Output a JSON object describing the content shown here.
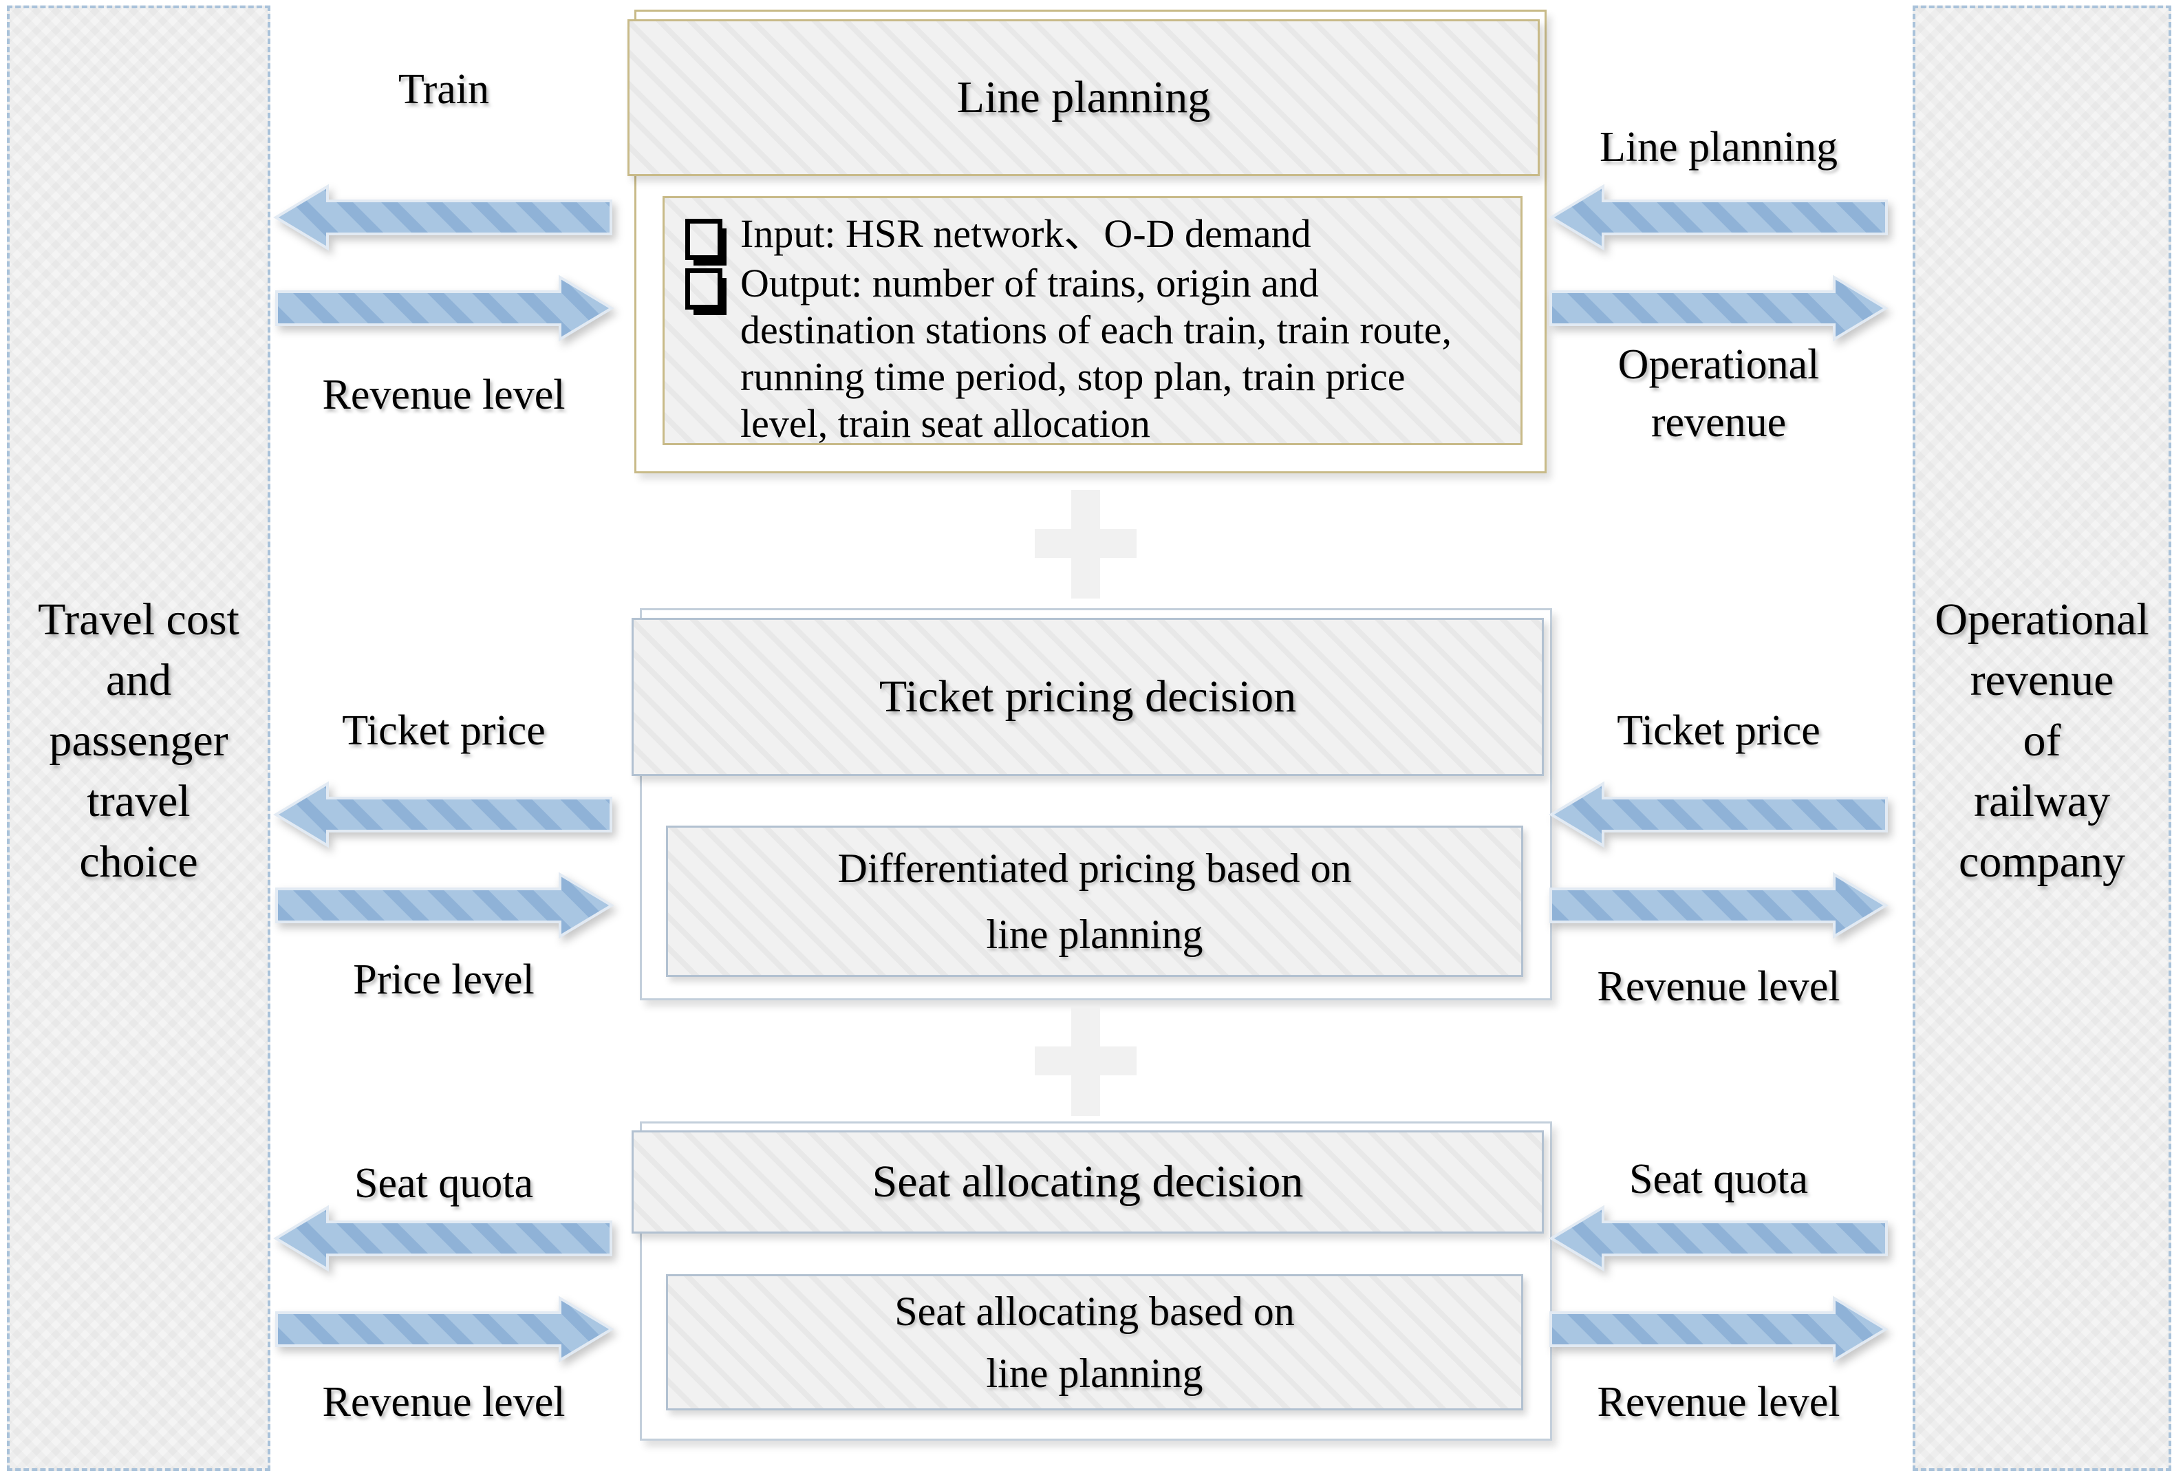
{
  "left_panel": {
    "text": "Travel cost and passenger travel choice",
    "lines": [
      "Travel cost",
      "and",
      "passenger",
      "travel",
      "choice"
    ]
  },
  "right_panel": {
    "text": "Operational revenue of railway company",
    "lines": [
      "Operational",
      "revenue",
      "of",
      "railway",
      "company"
    ]
  },
  "boxes": {
    "line_planning": {
      "title": "Line planning",
      "items": [
        {
          "text": "Input: HSR network、O-D demand"
        },
        {
          "text": "Output: number of trains, origin and destination stations of each train, train route, running time period, stop plan, train price level, train seat allocation"
        }
      ]
    },
    "ticket_pricing": {
      "title": "Ticket pricing decision",
      "body_lines": [
        "Differentiated pricing based on",
        "line planning"
      ]
    },
    "seat_allocating": {
      "title": "Seat allocating decision",
      "body_lines": [
        "Seat allocating based on",
        "line planning"
      ]
    }
  },
  "flows": {
    "left": [
      {
        "top_label": "Train",
        "bottom_label": "Revenue level"
      },
      {
        "top_label": "Ticket price",
        "bottom_label": "Price level"
      },
      {
        "top_label": "Seat quota",
        "bottom_label": "Revenue level"
      }
    ],
    "right": [
      {
        "top_label": "Line planning",
        "bottom_label": "Operational revenue"
      },
      {
        "top_label": "Ticket price",
        "bottom_label": "Revenue level"
      },
      {
        "top_label": "Seat quota",
        "bottom_label": "Revenue level"
      }
    ]
  },
  "colors": {
    "arrow_fill": "#a9c6e2",
    "arrow_stripe": "#8fb2d7",
    "arrow_outline": "#e2eaf3",
    "tan_border": "#c8ba88",
    "blue_border": "#b2c1d1",
    "dashed_border": "#a9c2da"
  }
}
